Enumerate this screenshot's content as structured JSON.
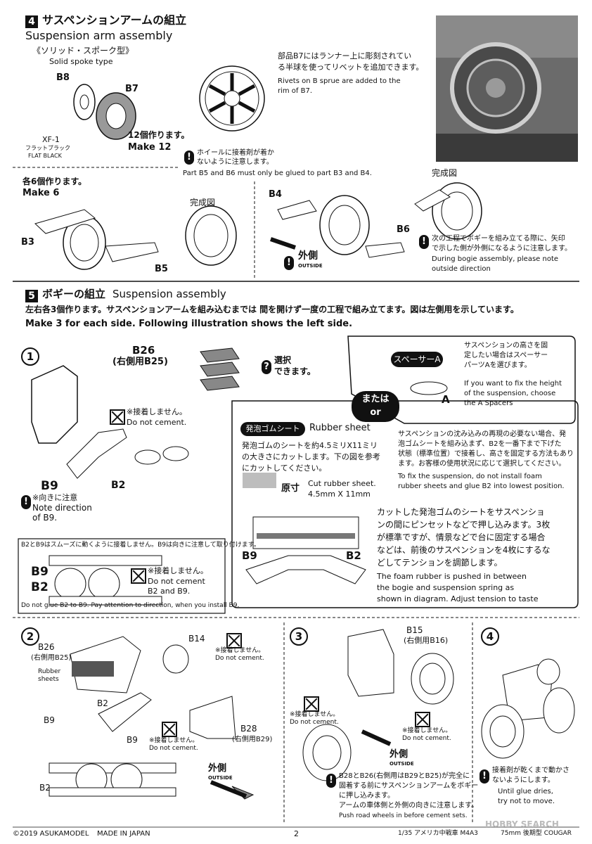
{
  "section4": {
    "number": "4",
    "title_jp": "サスペンションアームの組立",
    "title_en": "Suspension arm assembly",
    "subtitle_jp": "《ソリッド・スポーク型》",
    "subtitle_en": "Solid spoke type",
    "parts": {
      "b8": "B8",
      "b7": "B7",
      "b3": "B3",
      "b5": "B5",
      "b4": "B4",
      "b6": "B6"
    },
    "paint": {
      "code": "XF-1",
      "name_jp": "フラットブラック",
      "name_en": "FLAT BLACK"
    },
    "make12_jp": "12個作ります。",
    "make12_en": "Make 12",
    "rivet_note_jp_1": "部品B7にはランナー上に彫刻されてい",
    "rivet_note_jp_2": "る半球を使ってリベットを追加できます。",
    "rivet_note_en_1": "Rivets on B sprue are added to the",
    "rivet_note_en_2": "rim of B7.",
    "glue_warn_jp_1": "ホイールに接着剤が着か",
    "glue_warn_jp_2": "ないように注意します。",
    "glue_warn_en": "Part B5 and B6 must only be glued to part B3 and B4.",
    "make6_jp": "各6個作ります。",
    "make6_en": "Make 6",
    "complete_1": "完成図",
    "complete_2": "完成図",
    "outside_jp": "外側",
    "outside_en": "OUTSIDE",
    "direction_jp_1": "次の工程でボギーを組み立てる際に、矢印",
    "direction_jp_2": "で示した側が外側になるように注意します。",
    "direction_en_1": "During bogie assembly, please note",
    "direction_en_2": "outside direction"
  },
  "section5": {
    "number": "5",
    "title_jp": "ボギーの組立",
    "title_en": "Suspension assembly",
    "intro_jp": "左右各3個作ります。サスペンションアームを組み込むまでは 間を開けず一度の工程で組み立てます。図は左側用を示しています。",
    "intro_en": "Make 3 for each side.  Following illustration shows the left side.",
    "step1": {
      "num": "1",
      "b26": "B26",
      "b26_right": "(右側用B25)",
      "choose_jp_1": "選択",
      "choose_jp_2": "できます。",
      "no_cement_jp": "※接着しません。",
      "no_cement_en": "Do not cement.",
      "b9": "B9",
      "b2": "B2",
      "b9_note_jp": "※向きに注意",
      "b9_note_en_1": "Note direction",
      "b9_note_en_2": "of B9.",
      "detail_jp": "B2とB9はスムーズに動くように接着しません。B9は向きに注意して取り付けます。",
      "detail_no_cement_jp": "※接着しません。",
      "detail_no_cement_en_1": "Do not cement",
      "detail_no_cement_en_2": "B2 and B9.",
      "detail_en": "Do not glue B2 to B9. Pay attention to direction, when you install B9.",
      "spacer_label": "スペーサーA",
      "spacer_jp_1": "サスペンションの高さを固",
      "spacer_jp_2": "定したい場合はスペーサー",
      "spacer_jp_3": "パーツAを選びます。",
      "spacer_en_1": "If you want to fix the height",
      "spacer_en_2": "of the suspension, choose",
      "spacer_en_3": "the A Spacers",
      "spacer_a": "A",
      "or_jp": "または",
      "or_en": "or",
      "rubber_label": "発泡ゴムシート",
      "rubber_en": "Rubber sheet",
      "rubber_jp_1": "発泡ゴムのシートを約4.5ミリX11ミリ",
      "rubber_jp_2": "の大きさにカットします。下の図を参考",
      "rubber_jp_3": "にカットしてください。",
      "actual_size": "原寸",
      "cut_en_1": "Cut rubber sheet.",
      "cut_en_2": "4.5mm  X  11mm",
      "fix_jp_1": "サスペンションの沈み込みの再現の必要ない場合、発",
      "fix_jp_2": "泡ゴムシートを組み込まず、B2を一番下まで下げた",
      "fix_jp_3": "状態（標準位置）で接着し、高さを固定する方法もあり",
      "fix_jp_4": "ます。お客様の使用状況に応じて選択してください。",
      "fix_en_1": "To fix the suspension, do not install foam",
      "fix_en_2": "rubber sheets and glue B2 into lowest position.",
      "push_jp_1": "カットした発泡ゴムのシートをサスペンショ",
      "push_jp_2": "ンの間にピンセットなどで押し込みます。3枚",
      "push_jp_3": "が標準ですが、情景などで台に固定する場合",
      "push_jp_4": "などは、前後のサスペンションを4枚にするな",
      "push_jp_5": "どしてテンションを調節します。",
      "push_en_1": "The foam rubber is pushed in between",
      "push_en_2": "the bogie and suspension spring as",
      "push_en_3": "shown in diagram. Adjust tension to taste"
    },
    "step2": {
      "num": "2",
      "b26": "B26",
      "b26_right": "(右側用B25)",
      "rubber_1": "Rubber",
      "rubber_2": "sheets",
      "b14": "B14",
      "b2": "B2",
      "b9": "B9",
      "b9b": "B9",
      "b2b": "B2",
      "b28": "B28",
      "b28_right": "(右側用B29)",
      "no_cement_jp": "※接着しません。",
      "no_cement_en": "Do not cement.",
      "no_cement_jp_b": "※接着しません。",
      "no_cement_en_b": "Do not cement.",
      "outside_jp": "外側",
      "outside_en": "OUTSIDE"
    },
    "step3": {
      "num": "3",
      "b15": "B15",
      "b15_right": "(右側用B16)",
      "no_cement_jp": "※接着しません。",
      "no_cement_en": "Do not cement.",
      "no_cement_jp_b": "※接着しません。",
      "no_cement_en_b": "Do not cement.",
      "outside_jp": "外側",
      "outside_en": "OUTSIDE",
      "note_jp_1": "B28とB26(右側用はB29とB25)が完全に",
      "note_jp_2": "固着する前にサスペンションアームをボギー",
      "note_jp_3": "に押し込みます。",
      "note_jp_4": "アームの車体側と外側の向きに注意します。",
      "note_en": "Push road wheels in before cement sets."
    },
    "step4": {
      "num": "4",
      "note_jp_1": "接着剤が乾くまで動かさ",
      "note_jp_2": "ないようにします。",
      "note_en_1": "Until glue dries,",
      "note_en_2": "try not to move."
    }
  },
  "footer": {
    "copyright": "©2019 ASUKAMODEL",
    "made_in": "MADE IN JAPAN",
    "page": "2",
    "product": "1/35 アメリカ中戦車 M4A3",
    "product_tail": "75mm 後期型 COUGAR",
    "watermark": "HOBBY SEARCH"
  }
}
